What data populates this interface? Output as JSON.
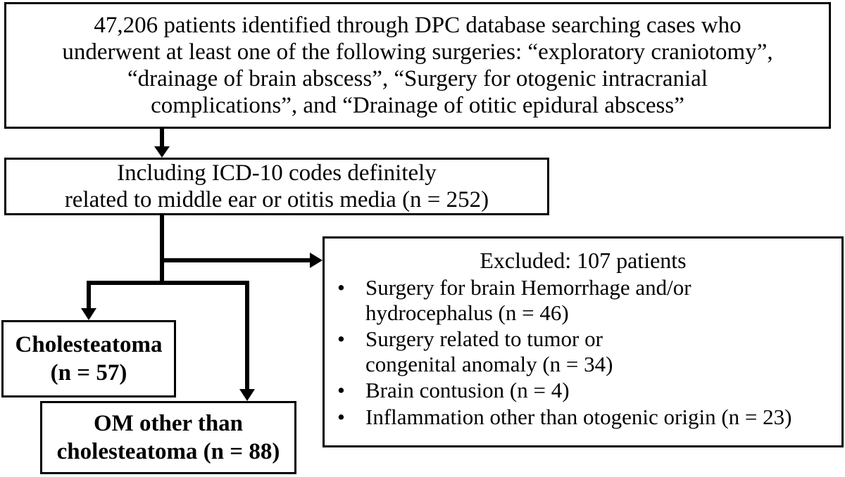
{
  "top_box": {
    "lines": [
      "47,206 patients identified through DPC database searching cases who",
      "underwent at least one of the following surgeries: “exploratory craniotomy”,",
      "“drainage of brain abscess”, “Surgery for otogenic intracranial",
      "complications”, and “Drainage of otitic epidural abscess”"
    ]
  },
  "included_box": {
    "lines": [
      "Including ICD-10 codes definitely",
      "related to middle ear or otitis media (n = 252)"
    ]
  },
  "excluded_box": {
    "title": "Excluded: 107 patients",
    "bullet": "•",
    "items": [
      {
        "lines": [
          "Surgery for brain Hemorrhage and/or",
          "hydrocephalus (n = 46)"
        ]
      },
      {
        "lines": [
          "Surgery related to tumor or",
          "congenital anomaly (n = 34)"
        ]
      },
      {
        "lines": [
          "Brain contusion (n = 4)"
        ]
      },
      {
        "lines": [
          "Inflammation other than otogenic origin (n = 23)"
        ]
      }
    ]
  },
  "cholesteatoma_box": {
    "lines": [
      "Cholesteatoma",
      "(n = 57)"
    ]
  },
  "om_box": {
    "lines": [
      "OM other than",
      "cholesteatoma (n = 88)"
    ]
  }
}
